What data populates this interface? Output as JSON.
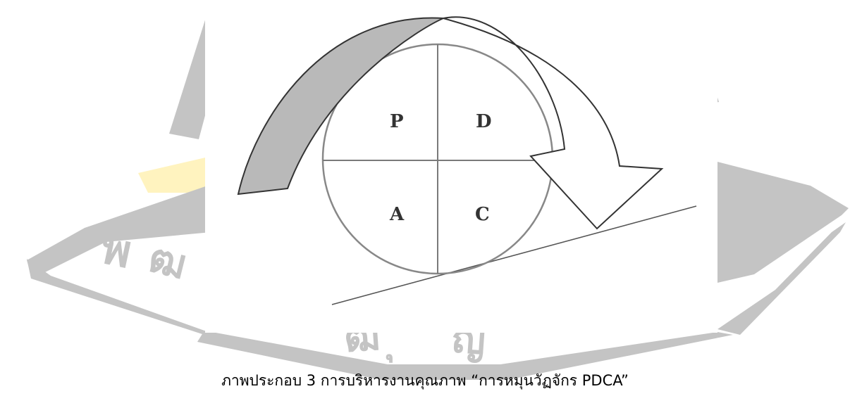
{
  "diagram": {
    "quadrants": {
      "top_left": "P",
      "top_right": "D",
      "bottom_left": "A",
      "bottom_right": "C"
    }
  },
  "watermark": {
    "lettering": "พ      ฒ ฒ  ุ   ญ",
    "color": "#c4c4c4"
  },
  "caption": "ภาพประกอบ 3 การบริหารงานคุณภาพ “การหมุนวัฏจักร PDCA”"
}
